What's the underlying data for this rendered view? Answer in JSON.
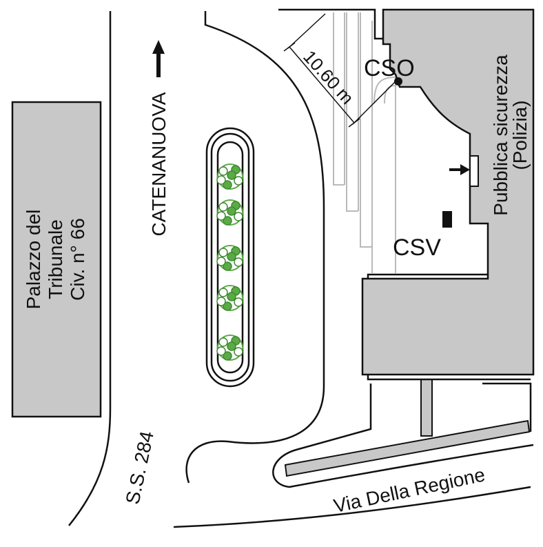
{
  "colors": {
    "building_fill": "#c8c8c8",
    "line": "#111111",
    "light_line": "#b9b9b9",
    "tree": "#5aaa46",
    "tree_dark": "#3d8a30",
    "background": "#ffffff"
  },
  "labels": {
    "building_line1": "Palazzo del",
    "building_line2": "Tribunale",
    "building_line3": "Civ. n° 66",
    "direction": "CATENANUOVA",
    "road_ss": "S.S. 284",
    "road_via": "Via Della Regione",
    "dimension": "10.60 m",
    "cso": "CSO",
    "csv": "CSV",
    "police_line1": "Pubblica sicurezza",
    "police_line2": "(Polizia)"
  },
  "icons": [
    "arrow-up-icon",
    "arrow-right-icon",
    "tree-icon"
  ]
}
